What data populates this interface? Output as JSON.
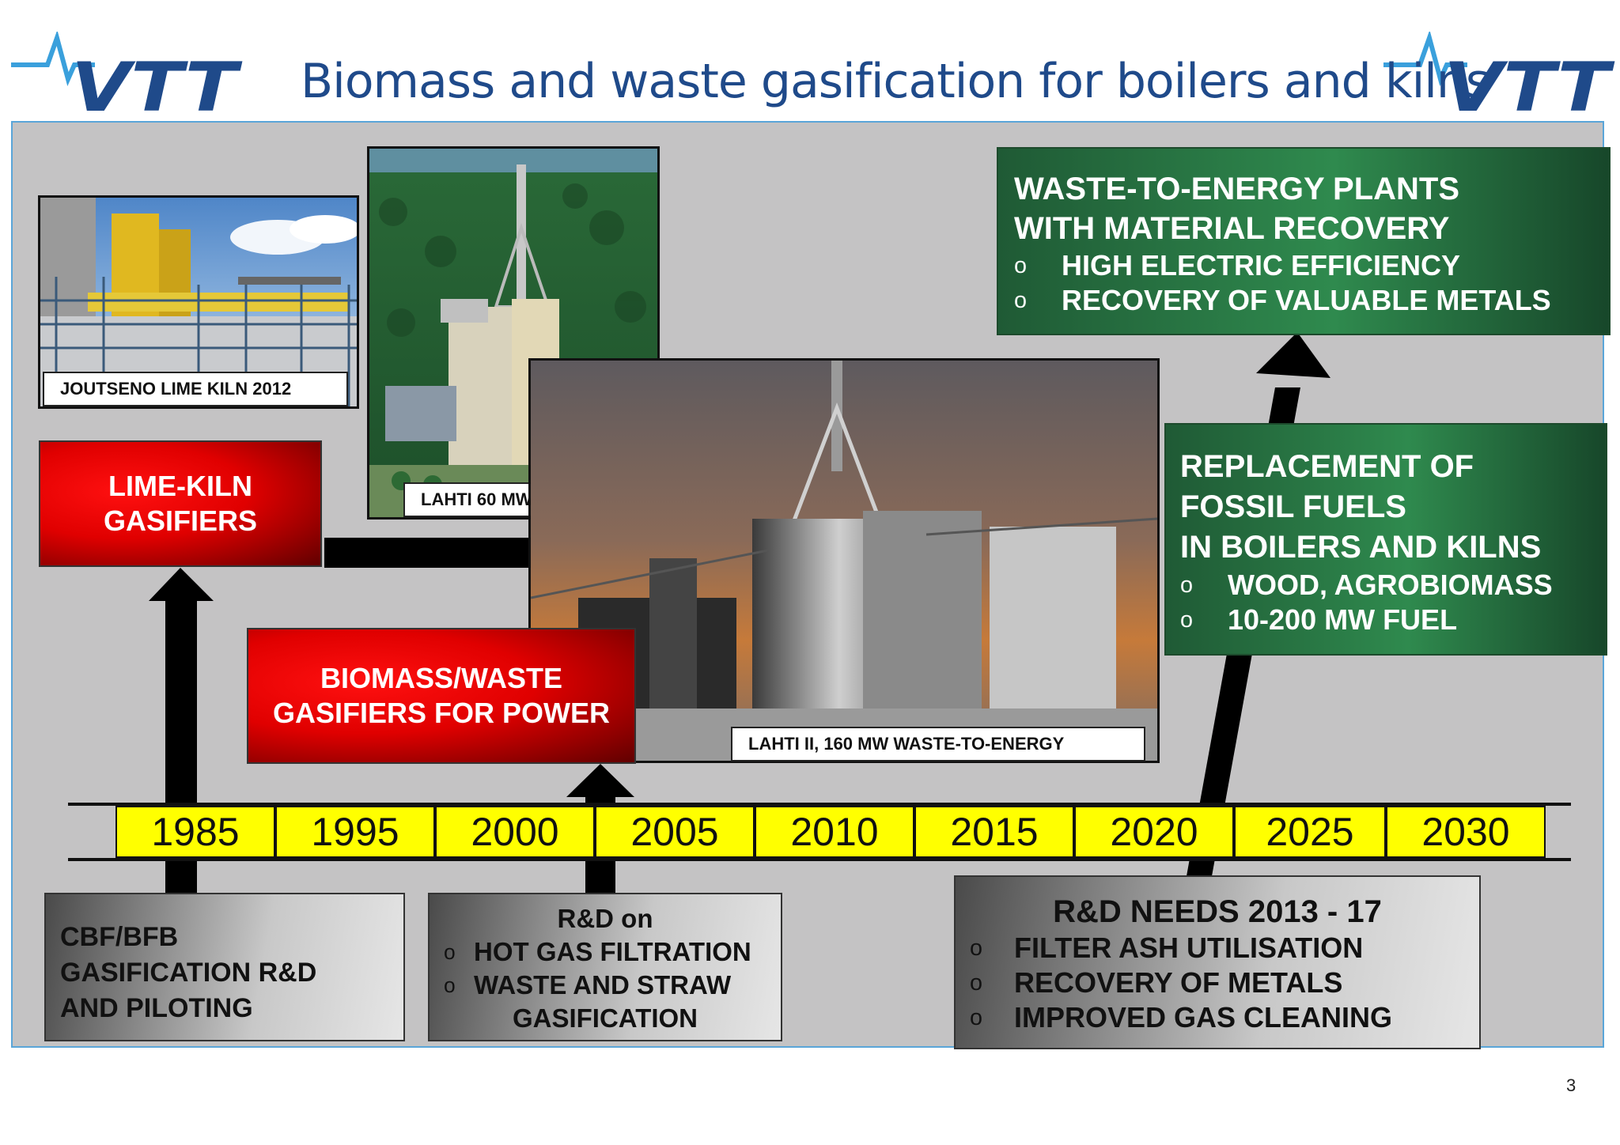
{
  "brand": {
    "logo_text": "VTT"
  },
  "title": "Biomass and waste gasification for boilers and kilns",
  "photos": {
    "joutseno_caption": "JOUTSENO LIME KILN 2012",
    "lahti_caption": "LAHTI 60 MW",
    "lahti2_caption": "LAHTI II, 160 MW WASTE-TO-ENERGY"
  },
  "red_boxes": {
    "lime_kiln": [
      "LIME-KILN",
      "GASIFIERS"
    ],
    "biomass_waste": [
      "BIOMASS/WASTE",
      "GASIFIERS FOR POWER"
    ]
  },
  "green_boxes": {
    "waste_to_energy": {
      "lines": [
        "WASTE-TO-ENERGY PLANTS",
        "WITH MATERIAL RECOVERY"
      ],
      "bullets": [
        "HIGH ELECTRIC EFFICIENCY",
        "RECOVERY OF VALUABLE METALS"
      ]
    },
    "replacement": {
      "lines": [
        "REPLACEMENT OF",
        "FOSSIL FUELS",
        "IN BOILERS AND KILNS"
      ],
      "bullets": [
        "WOOD, AGROBIOMASS",
        "10-200 MW FUEL"
      ]
    }
  },
  "timeline": [
    "1985",
    "1995",
    "2000",
    "2005",
    "2010",
    "2015",
    "2020",
    "2025",
    "2030"
  ],
  "grey_boxes": {
    "cbf": [
      "CBF/BFB",
      "GASIFICATION R&D",
      "AND PILOTING"
    ],
    "rd_on": {
      "heading": "R&D on",
      "bullets": [
        "HOT GAS FILTRATION",
        "WASTE AND STRAW"
      ],
      "tail": "GASIFICATION"
    },
    "rd_needs": {
      "heading": "R&D NEEDS 2013 - 17",
      "bullets": [
        "FILTER ASH UTILISATION",
        "RECOVERY OF METALS",
        "IMPROVED GAS CLEANING"
      ]
    }
  },
  "bullet_glyph": "o",
  "page_number": "3",
  "colors": {
    "title": "#1f4a8a",
    "logo": "#1f4a8a",
    "logo_wave": "#3aa0dc",
    "timeline": "#ffff00",
    "red": "#e00000",
    "green": "#2f8a4e"
  }
}
